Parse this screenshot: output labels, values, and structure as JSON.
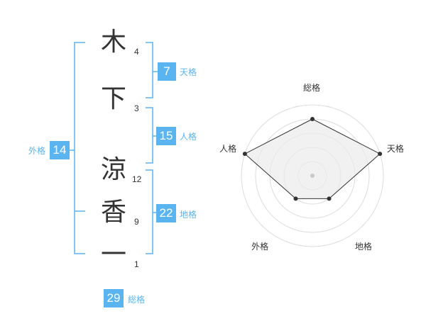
{
  "colors": {
    "accent": "#5ab4f0",
    "label": "#5ab4f0",
    "text": "#333333",
    "ring": "#dddddd",
    "fill": "#ebebeb",
    "line": "#333333"
  },
  "name": {
    "surname": [
      {
        "char": "木",
        "strokes": "4"
      },
      {
        "char": "下",
        "strokes": "3"
      }
    ],
    "given": [
      {
        "char": "涼",
        "strokes": "12"
      },
      {
        "char": "香",
        "strokes": "9"
      },
      {
        "char": "一",
        "strokes": "1"
      }
    ]
  },
  "kakusu": {
    "tenkaku": {
      "value": "7",
      "label": "天格"
    },
    "jinkaku": {
      "value": "15",
      "label": "人格"
    },
    "chikaku": {
      "value": "22",
      "label": "地格"
    },
    "gaikaku": {
      "value": "14",
      "label": "外格"
    },
    "soukaku": {
      "value": "29",
      "label": "総格"
    }
  },
  "chart_data": {
    "type": "radar",
    "axes": [
      "総格",
      "天格",
      "地格",
      "外格",
      "人格"
    ],
    "values": [
      4,
      5,
      2,
      2,
      5
    ],
    "range": [
      0,
      5
    ]
  }
}
